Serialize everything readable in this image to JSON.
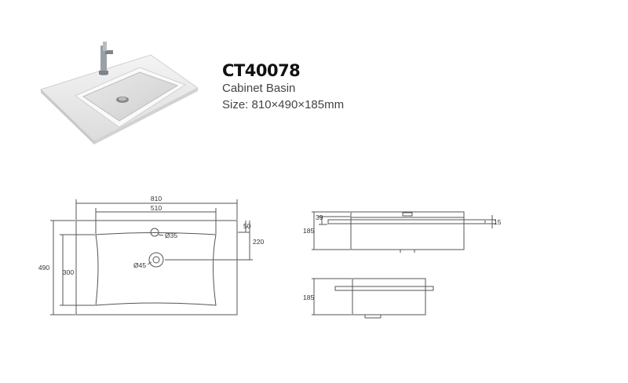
{
  "product": {
    "model": "CT40078",
    "name": "Cabinet Basin",
    "size": "Size: 810×490×185mm"
  },
  "top_view": {
    "width_label": "810",
    "inner_width_label": "510",
    "depth_label": "490",
    "inner_depth_label": "300",
    "tap_hole_label": "Ø35",
    "drain_label": "Ø45",
    "tap_offset_label": "50",
    "drain_offset_label": "220"
  },
  "front_view": {
    "height_label": "185",
    "rim_label": "39",
    "deck_label": "15"
  },
  "side_view": {
    "height_label": "185"
  }
}
